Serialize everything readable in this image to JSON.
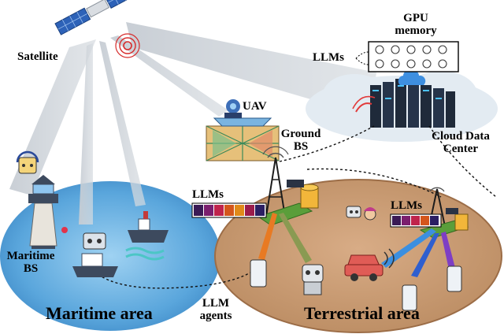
{
  "labels": {
    "satellite": "Satellite",
    "gpu_memory_line1": "GPU",
    "gpu_memory_line2": "memory",
    "llms_cloud": "LLMs",
    "uav": "UAV",
    "ground_bs_line1": "Ground",
    "ground_bs_line2": "BS",
    "cloud_dc_line1": "Cloud Data",
    "cloud_dc_line2": "Center",
    "llms_ground": "LLMs",
    "llms_terrestrial": "LLMs",
    "maritime_bs_line1": "Maritime",
    "maritime_bs_line2": "BS",
    "maritime_area": "Maritime area",
    "terrestrial_area": "Terrestrial area",
    "llm_agents_line1": "LLM",
    "llm_agents_line2": "agents"
  },
  "colors": {
    "sea": "#4a9ad6",
    "sea_light": "#8cc6ee",
    "land": "#c79a72",
    "land_edge": "#a8774f",
    "beam": "#b9c3cc",
    "cloud": "#dde6ee",
    "server": "#1f2a3a",
    "llm_strip": [
      "#3a1a55",
      "#7b1f6e",
      "#c0244c",
      "#d4561c",
      "#e08a1a",
      "#9b1c4c",
      "#2b1f63"
    ],
    "links": [
      "#e87a23",
      "#8a9a52",
      "#3b8fe0",
      "#2f5fcf",
      "#7e3ec4"
    ]
  },
  "icons": {
    "satellite": "satellite-icon",
    "uav": "uav-drone-icon",
    "tower": "cell-tower-icon",
    "lighthouse": "lighthouse-icon",
    "ship": "ship-icon",
    "robot": "robot-agent-icon",
    "phone": "smartphone-icon",
    "car": "car-icon",
    "server": "server-rack-icon",
    "chip": "gpu-chip-icon",
    "database": "database-icon"
  }
}
